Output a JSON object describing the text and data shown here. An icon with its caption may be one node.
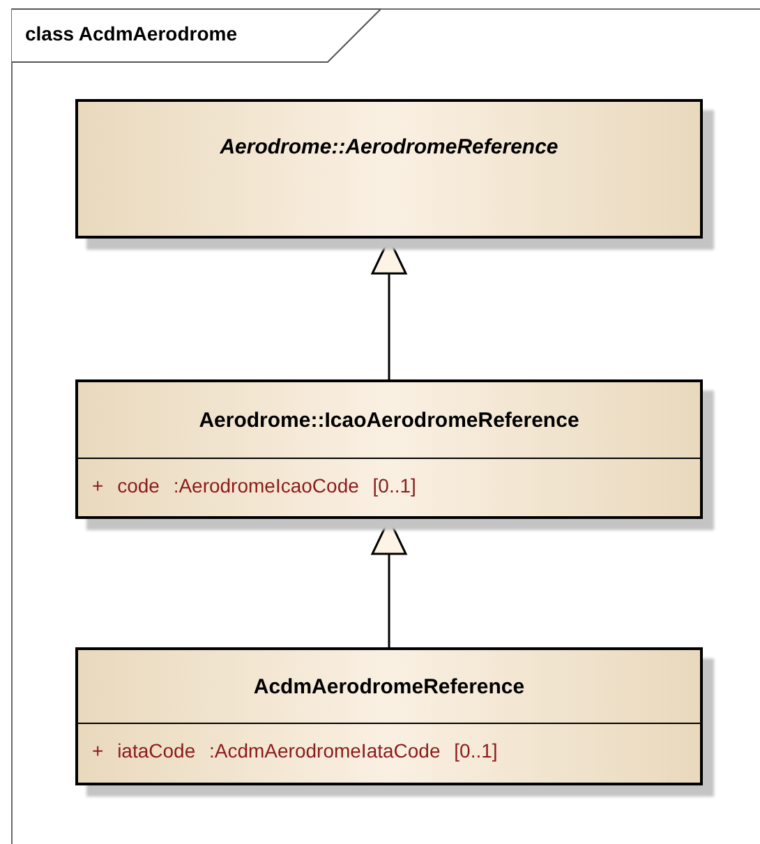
{
  "diagram": {
    "nodes": [
      {
        "text": [
          "class AcdmAerodrome"
        ]
      },
      {
        "text": [
          "Aerodrome::AerodromeReference"
        ],
        "in": 0
      },
      {
        "text": [
          "Aerodrome::IcaoAerodromeReference",
          "+ code :AerodromeIcaoCode [0..1]"
        ],
        "in": 0
      },
      {
        "text": [
          "AcdmAerodromeReference",
          "+ iataCode :AcdmAerodromeIataCode [0..1]"
        ],
        "in": 0
      }
    ],
    "edges": [
      {
        "from": 2,
        "to": 1,
        "arrow": "to"
      },
      {
        "from": 3,
        "to": 2,
        "arrow": "to"
      }
    ]
  }
}
